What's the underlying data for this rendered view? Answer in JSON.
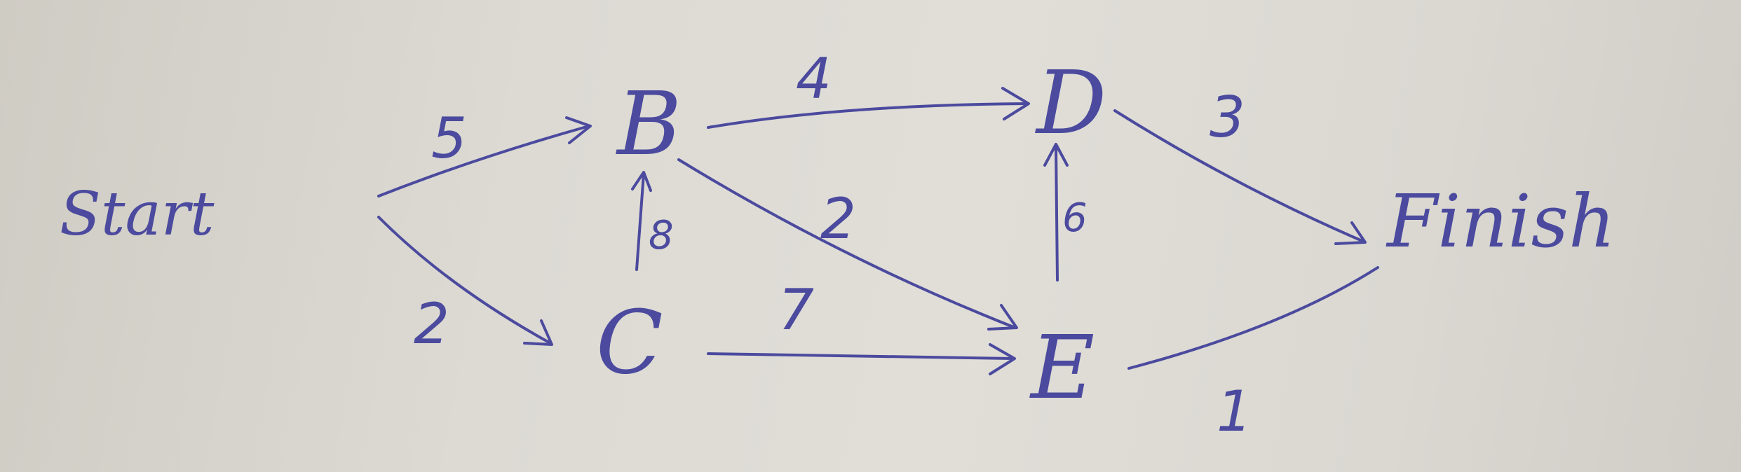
{
  "colors": {
    "ink": "#4b4a9e",
    "paper": "#dcdad3"
  },
  "nodes": {
    "start": "Start",
    "b": "B",
    "c": "C",
    "d": "D",
    "e": "E",
    "finish": "Finish"
  },
  "edges": [
    {
      "from": "Start",
      "to": "B",
      "weight": "5"
    },
    {
      "from": "Start",
      "to": "C",
      "weight": "2"
    },
    {
      "from": "B",
      "to": "D",
      "weight": "4"
    },
    {
      "from": "B",
      "to": "E",
      "weight": "2"
    },
    {
      "from": "C",
      "to": "B",
      "weight": "8"
    },
    {
      "from": "C",
      "to": "E",
      "weight": "7"
    },
    {
      "from": "E",
      "to": "D",
      "weight": "6"
    },
    {
      "from": "D",
      "to": "Finish",
      "weight": "3"
    },
    {
      "from": "E",
      "to": "Finish",
      "weight": "1"
    }
  ]
}
